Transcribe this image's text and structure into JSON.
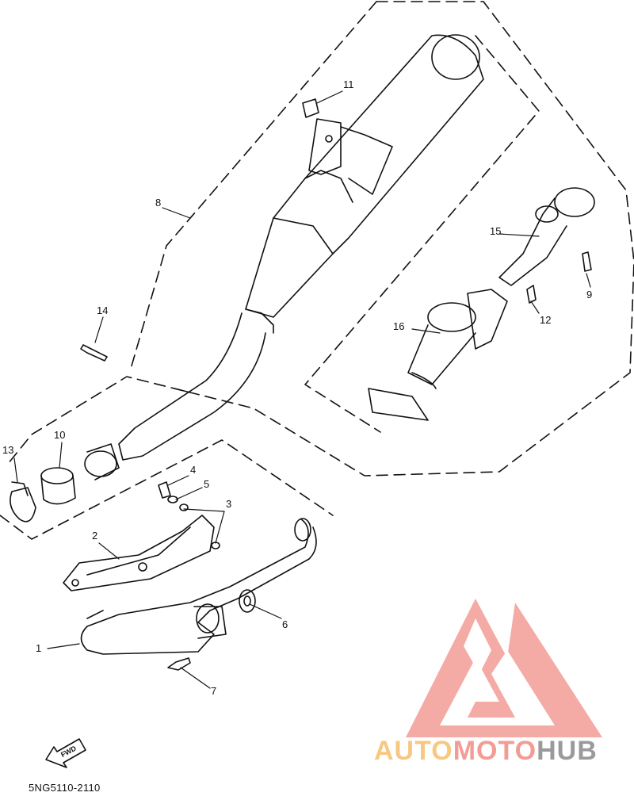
{
  "diagram": {
    "callouts": [
      "1",
      "2",
      "3",
      "4",
      "5",
      "6",
      "7",
      "8",
      "9",
      "10",
      "11",
      "12",
      "13",
      "14",
      "15",
      "16"
    ],
    "direction_badge": "FWD",
    "part_code": "5NG5110-2110"
  },
  "watermark": {
    "parts": [
      "AUTO",
      "MOTO",
      "HUB"
    ],
    "colors": [
      "#f7c882",
      "#f39c96",
      "#9a9a9a"
    ],
    "logo_color": "#f39c96"
  },
  "colors": {
    "line": "#111111",
    "background": "#ffffff"
  }
}
